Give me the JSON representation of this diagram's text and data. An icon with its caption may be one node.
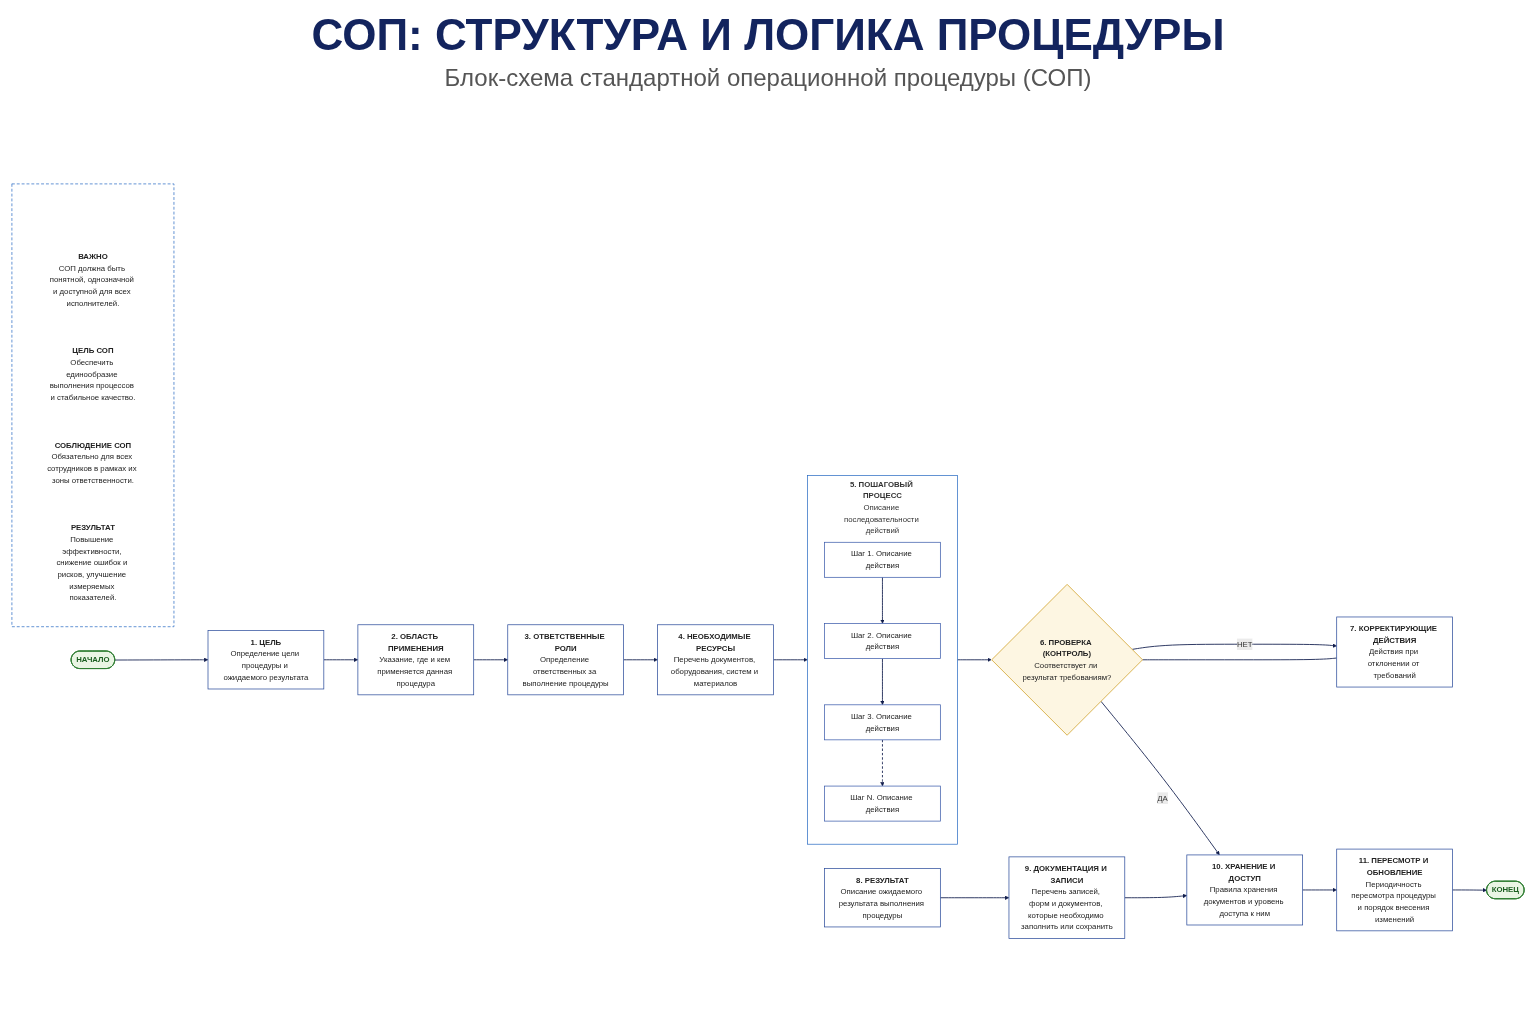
{
  "diagram": {
    "title": "СОП: СТРУКТУРА И ЛОГИКА ПРОЦЕДУРЫ",
    "nodes": [
      {
        "text": [
          "НАЧАЛО"
        ]
      },
      {
        "text": [
          "1. ЦЕЛЬ",
          "Определение цели процедуры и ожидаемого результата"
        ]
      },
      {
        "text": [
          "2. ОБЛАСТЬ ПРИМЕНЕНИЯ",
          "Указание, где и кем применяется данная процедура"
        ]
      },
      {
        "text": [
          "3. ОТВЕТСТВЕННЫЕ РОЛИ",
          "Определение ответственных за выполнение процедуры"
        ]
      },
      {
        "text": [
          "4. НЕОБХОДИМЫЕ РЕСУРСЫ",
          "Перечень документов, оборудования, систем и материалов"
        ]
      },
      {
        "text": [
          "5. ПОШАГОВЫЙ ПРОЦЕСС",
          "Описание последовательности действий"
        ]
      },
      {
        "text": [
          "Шаг 1. Описание действия"
        ],
        "in": 5
      },
      {
        "text": [
          "Шаг 2. Описание действия"
        ],
        "in": 5
      },
      {
        "text": [
          "Шаг 3. Описание действия"
        ],
        "in": 5
      },
      {
        "text": [
          "Шаг N. Описание действия"
        ],
        "in": 5
      },
      {
        "text": [
          "6. ПРОВЕРКА (КОНТРОЛЬ)",
          "Соответствует ли результат требованиям?"
        ]
      },
      {
        "text": [
          "7. КОРРЕКТИРУЮЩИЕ ДЕЙСТВИЯ",
          "Действия при отклонении от требований"
        ]
      },
      {
        "text": [
          "8. РЕЗУЛЬТАТ",
          "Описание ожидаемого результата выполнения процедуры"
        ]
      },
      {
        "text": [
          "9. ДОКУМЕНТАЦИЯ И ЗАПИСИ",
          "Перечень записей, форм и документов, которые необходимо заполнить или сохранить"
        ]
      },
      {
        "text": [
          "10. ХРАНЕНИЕ И ДОСТУП",
          "Правила хранения документов и уровень доступа к ним"
        ]
      },
      {
        "text": [
          "11. ПЕРЕСМОТР И ОБНОВЛЕНИЕ",
          "Периодичность пересмотра процедуры и порядок внесения изменений"
        ]
      },
      {
        "text": [
          "КОНЕЦ"
        ]
      },
      {
        "text": [],
        "shape": "box"
      },
      {
        "text": [
          "ВАЖНО",
          "СОП должна быть понятной, однозначной и доступной для всех исполнителей."
        ],
        "in": 17
      },
      {
        "text": [
          "ЦЕЛЬ СОП",
          "Обеспечить единообразие выполнения процессов и стабильное качество."
        ],
        "in": 17
      },
      {
        "text": [
          "СОБЛЮДЕНИЕ СОП",
          "Обязательно для всех сотрудников в рамках их зоны ответственности."
        ],
        "in": 17
      },
      {
        "text": [
          "РЕЗУЛЬТАТ",
          "Повышение эффективности, снижение ошибок и рисков, улучшение измеряемых показателей."
        ],
        "in": 17
      }
    ],
    "edges": [
      {
        "from": 0,
        "to": 1,
        "arrow": "to"
      },
      {
        "from": 1,
        "to": 2,
        "arrow": "to"
      },
      {
        "from": 2,
        "to": 3,
        "arrow": "to"
      },
      {
        "from": 3,
        "to": 4,
        "arrow": "to"
      },
      {
        "from": 4,
        "to": 5,
        "arrow": "to"
      },
      {
        "from": 6,
        "to": 7,
        "arrow": "to"
      },
      {
        "from": 7,
        "to": 8,
        "arrow": "to"
      },
      {
        "from": 8,
        "to": 9,
        "arrow": "to",
        "style": "dashed"
      },
      {
        "from": 5,
        "to": 10,
        "arrow": "to"
      },
      {
        "from": 11,
        "to": 10,
        "arrow": "none"
      },
      {
        "from": 10,
        "to": 11,
        "label": "НЕТ",
        "arrow": "to"
      },
      {
        "from": 10,
        "to": 14,
        "label": "ДА",
        "arrow": "to"
      },
      {
        "from": 12,
        "to": 13,
        "arrow": "to"
      },
      {
        "from": 13,
        "to": 14,
        "arrow": "to"
      },
      {
        "from": 14,
        "to": 15,
        "arrow": "to"
      },
      {
        "from": 15,
        "to": 16,
        "arrow": "to"
      }
    ],
    "labels": [
      "Блок-схема стандартной операционной процедуры (СОП)"
    ]
  }
}
